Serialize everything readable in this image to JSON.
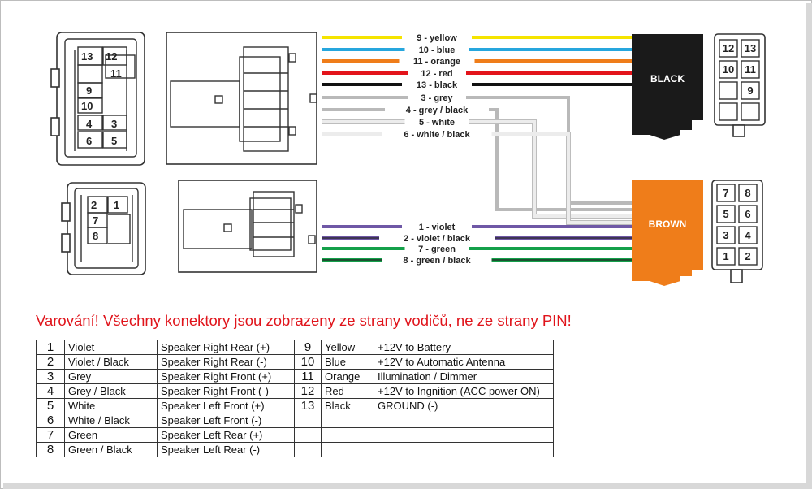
{
  "wires_top": [
    {
      "label": "9 - yellow",
      "color": "#f5e400"
    },
    {
      "label": "10 - blue",
      "color": "#26a6dd"
    },
    {
      "label": "11 - orange",
      "color": "#ef7d1a"
    },
    {
      "label": "12 - red",
      "color": "#e3141b"
    },
    {
      "label": "13 - black",
      "color": "#111111"
    },
    {
      "label": "3 - grey",
      "color": "#b9b9b9"
    },
    {
      "label": "4 - grey / black",
      "color": "#b9b9b9"
    },
    {
      "label": "5 - white",
      "color": "#ececec"
    },
    {
      "label": "6 - white / black",
      "color": "#ececec"
    }
  ],
  "wires_bottom": [
    {
      "label": "1 - violet",
      "color": "#6f58a6"
    },
    {
      "label": "2 - violet / black",
      "color": "#6f58a6"
    },
    {
      "label": "7 - green",
      "color": "#14a04a"
    },
    {
      "label": "8 - green / black",
      "color": "#14a04a"
    }
  ],
  "connectors": {
    "black": {
      "label": "BLACK",
      "color": "#1a1a1a"
    },
    "brown": {
      "label": "BROWN",
      "color": "#ef7d1a"
    }
  },
  "black_pins": [
    "12",
    "13",
    "10",
    "11",
    "",
    "9",
    "",
    ""
  ],
  "brown_pins": [
    "7",
    "8",
    "5",
    "6",
    "3",
    "4",
    "1",
    "2"
  ],
  "left_top_pins": [
    "13",
    "12",
    "11",
    "9",
    "10",
    "4",
    "3",
    "6",
    "5"
  ],
  "left_bottom_pins": [
    "2",
    "1",
    "7",
    "8"
  ],
  "warning": "Varování! Všechny konektory jsou zobrazeny ze strany vodičů, ne ze strany PIN!",
  "table_left": [
    {
      "pin": "1",
      "color": "Violet",
      "function": "Speaker Right Rear (+)"
    },
    {
      "pin": "2",
      "color": "Violet / Black",
      "function": "Speaker Right Rear (-)"
    },
    {
      "pin": "3",
      "color": "Grey",
      "function": "Speaker Right Front (+)"
    },
    {
      "pin": "4",
      "color": "Grey / Black",
      "function": "Speaker Right Front (-)"
    },
    {
      "pin": "5",
      "color": "White",
      "function": "Speaker Left Front (+)"
    },
    {
      "pin": "6",
      "color": "White / Black",
      "function": "Speaker Left Front (-)"
    },
    {
      "pin": "7",
      "color": "Green",
      "function": "Speaker Left Rear (+)"
    },
    {
      "pin": "8",
      "color": "Green / Black",
      "function": "Speaker Left Rear (-)"
    }
  ],
  "table_right": [
    {
      "pin": "9",
      "color": "Yellow",
      "function": "+12V to Battery"
    },
    {
      "pin": "10",
      "color": "Blue",
      "function": "+12V to Automatic Antenna"
    },
    {
      "pin": "11",
      "color": "Orange",
      "function": "Illumination / Dimmer"
    },
    {
      "pin": "12",
      "color": "Red",
      "function": "+12V to Ingnition (ACC power ON)"
    },
    {
      "pin": "13",
      "color": "Black",
      "function": "GROUND (-)"
    },
    {
      "pin": "",
      "color": "",
      "function": ""
    },
    {
      "pin": "",
      "color": "",
      "function": ""
    },
    {
      "pin": "",
      "color": "",
      "function": ""
    }
  ]
}
